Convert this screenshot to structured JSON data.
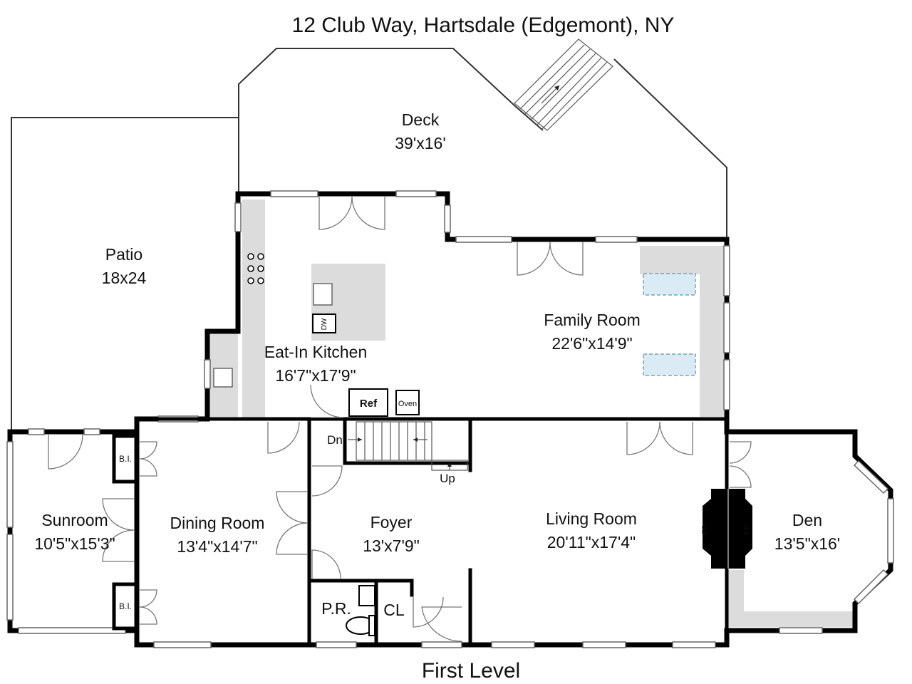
{
  "title": "12 Club Way, Hartsdale (Edgemont), NY",
  "level": "First Level",
  "rooms": {
    "deck": {
      "name": "Deck",
      "size": "39'x16'"
    },
    "patio": {
      "name": "Patio",
      "size": "18x24"
    },
    "kitchen": {
      "name": "Eat-In Kitchen",
      "size": "16'7\"x17'9\""
    },
    "family": {
      "name": "Family Room",
      "size": "22'6\"x14'9\""
    },
    "sunroom": {
      "name": "Sunroom",
      "size": "10'5\"x15'3\""
    },
    "dining": {
      "name": "Dining Room",
      "size": "13'4\"x14'7\""
    },
    "foyer": {
      "name": "Foyer",
      "size": "13'x7'9\""
    },
    "living": {
      "name": "Living Room",
      "size": "20'11\"x17'4\""
    },
    "den": {
      "name": "Den",
      "size": "13'5\"x16'"
    }
  },
  "labels": {
    "powder_room": "P.R.",
    "closet": "CL",
    "built_in_top": "B.I.",
    "built_in_bottom": "B.I.",
    "stairs_down": "Dn",
    "stairs_up": "Up",
    "refrigerator": "Ref",
    "oven": "Oven",
    "dishwasher": "DW",
    "fireplace_living": "FP",
    "fireplace_den": "FP"
  }
}
